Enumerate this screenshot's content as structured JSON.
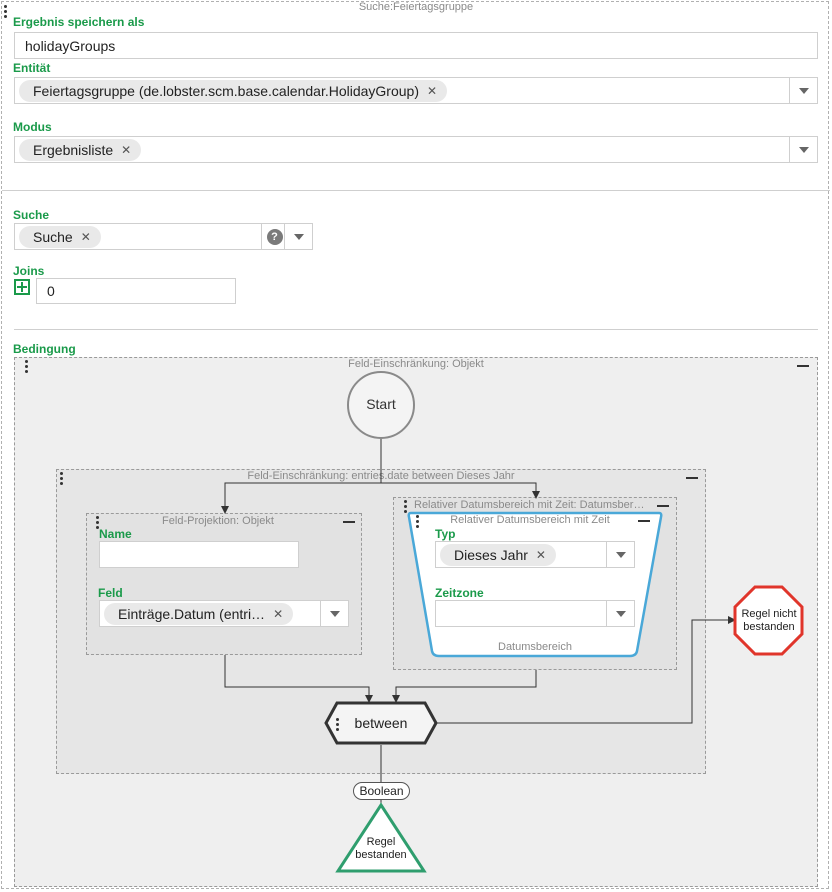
{
  "header": {
    "title": "Suche:Feiertagsgruppe"
  },
  "form": {
    "result_label": "Ergebnis speichern als",
    "result_value": "holidayGroups",
    "entity_label": "Entität",
    "entity_chip": "Feiertagsgruppe (de.lobster.scm.base.calendar.HolidayGroup)",
    "mode_label": "Modus",
    "mode_chip": "Ergebnisliste",
    "search_label": "Suche",
    "search_chip": "Suche",
    "help_glyph": "?",
    "joins_label": "Joins",
    "joins_value": "0",
    "condition_label": "Bedingung"
  },
  "graph": {
    "outer_title": "Feld-Einschränkung: Objekt",
    "start_label": "Start",
    "inner_title": "Feld-Einschränkung: entries.date between Dieses Jahr",
    "projection_title": "Feld-Projektion: Objekt",
    "name_label": "Name",
    "name_value": "",
    "field_label": "Feld",
    "field_chip": "Einträge.Datum (entri…",
    "daterange_outer_title": "Relativer Datumsbereich mit Zeit: Datumsber…",
    "daterange_inner_title": "Relativer Datumsbereich mit Zeit",
    "type_label": "Typ",
    "type_chip": "Dieses Jahr",
    "timezone_label": "Zeitzone",
    "timezone_value": "",
    "daterange_footer": "Datumsbereich",
    "between_label": "between",
    "boolean_label": "Boolean",
    "fail_label": "Regel nicht bestanden",
    "pass_label": "Regel bestanden"
  },
  "colors": {
    "label_green": "#1a9a4a",
    "fail_red": "#e0352b",
    "pass_green": "#2f9e6e",
    "selection_blue": "#4aa8d8"
  }
}
